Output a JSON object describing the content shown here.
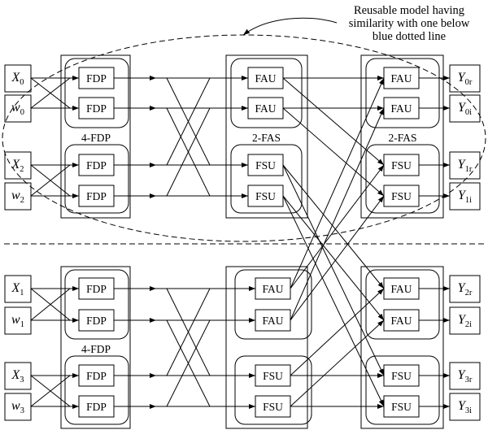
{
  "annotation": {
    "lines": [
      "Reusable model having",
      "similarity with one below",
      "blue dotted line"
    ]
  },
  "top": {
    "inputs": [
      {
        "var": "X",
        "sub": "0"
      },
      {
        "var": "w",
        "sub": "0"
      },
      {
        "var": "X",
        "sub": "2"
      },
      {
        "var": "w",
        "sub": "2"
      }
    ],
    "fdp": {
      "label": "4-FDP",
      "blocks": [
        "FDP",
        "FDP",
        "FDP",
        "FDP"
      ]
    },
    "stage2": {
      "label": "2-FAS",
      "blocks": [
        "FAU",
        "FAU",
        "FSU",
        "FSU"
      ]
    },
    "stage3": {
      "label": "2-FAS",
      "blocks": [
        "FAU",
        "FAU",
        "FSU",
        "FSU"
      ]
    },
    "outputs": [
      {
        "var": "Y",
        "sub": "0r"
      },
      {
        "var": "Y",
        "sub": "0i"
      },
      {
        "var": "Y",
        "sub": "1r"
      },
      {
        "var": "Y",
        "sub": "1i"
      }
    ]
  },
  "bottom": {
    "inputs": [
      {
        "var": "X",
        "sub": "1"
      },
      {
        "var": "w",
        "sub": "1"
      },
      {
        "var": "X",
        "sub": "3"
      },
      {
        "var": "w",
        "sub": "3"
      }
    ],
    "fdp": {
      "label": "4-FDP",
      "blocks": [
        "FDP",
        "FDP",
        "FDP",
        "FDP"
      ]
    },
    "stage2": {
      "blocks": [
        "FAU",
        "FAU",
        "FSU",
        "FSU"
      ]
    },
    "stage3": {
      "blocks": [
        "FAU",
        "FAU",
        "FSU",
        "FSU"
      ]
    },
    "outputs": [
      {
        "var": "Y",
        "sub": "2r"
      },
      {
        "var": "Y",
        "sub": "2i"
      },
      {
        "var": "Y",
        "sub": "3r"
      },
      {
        "var": "Y",
        "sub": "3i"
      }
    ]
  }
}
